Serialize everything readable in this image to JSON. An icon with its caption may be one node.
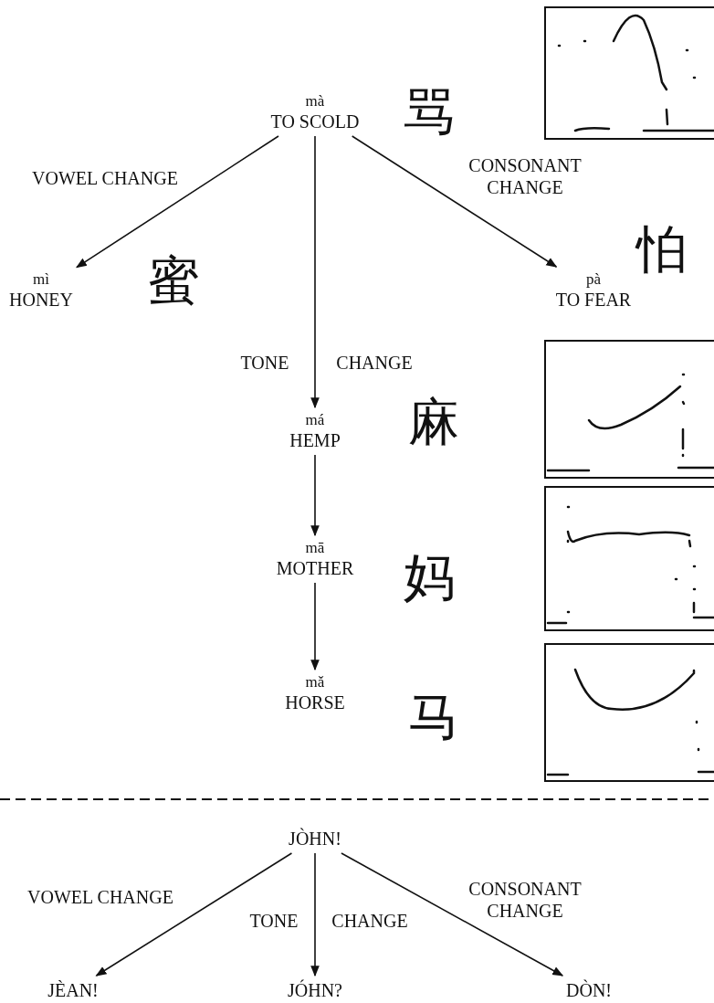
{
  "diagram": {
    "nodes": [
      {
        "text": [
          "mà",
          "TO SCOLD"
        ],
        "beside": [
          "骂"
        ]
      },
      {
        "text": [
          "mì",
          "HONEY"
        ],
        "beside": [
          "蜜"
        ]
      },
      {
        "text": [
          "pà",
          "TO FEAR"
        ],
        "beside": [
          "怕"
        ]
      },
      {
        "text": [
          "má",
          "HEMP"
        ],
        "beside": [
          "麻"
        ]
      },
      {
        "text": [
          "mā",
          "MOTHER"
        ],
        "beside": [
          "妈"
        ]
      },
      {
        "text": [
          "mǎ",
          "HORSE"
        ],
        "beside": [
          "马"
        ]
      },
      {
        "text": [
          "JÒHN!"
        ]
      },
      {
        "text": [
          "JÈAN!"
        ]
      },
      {
        "text": [
          "JÓHN?"
        ]
      },
      {
        "text": [
          "DÒN!"
        ]
      }
    ],
    "edges": [
      {
        "from": 0,
        "to": 1,
        "arrow": "to",
        "label": "VOWEL CHANGE"
      },
      {
        "from": 0,
        "to": 2,
        "arrow": "to",
        "label": "CONSONANT CHANGE"
      },
      {
        "from": 0,
        "to": 3,
        "arrow": "to"
      },
      {
        "from": 3,
        "to": 4,
        "arrow": "to"
      },
      {
        "from": 4,
        "to": 5,
        "arrow": "to"
      },
      {
        "from": 6,
        "to": 7,
        "arrow": "to",
        "label": "VOWEL CHANGE"
      },
      {
        "from": 6,
        "to": 8,
        "arrow": "to"
      },
      {
        "from": 6,
        "to": 9,
        "arrow": "to",
        "label": "CONSONANT CHANGE"
      }
    ],
    "labels": [
      "TONE",
      "CHANGE",
      "TONE",
      "CHANGE"
    ]
  }
}
